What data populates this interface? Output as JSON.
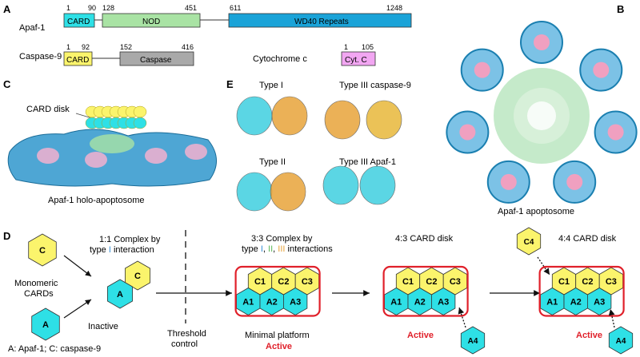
{
  "panels": {
    "A": "A",
    "B": "B",
    "C": "C",
    "D": "D",
    "E": "E"
  },
  "panelA": {
    "apaf": {
      "name": "Apaf-1",
      "n1": "1",
      "n2": "90",
      "n3": "128",
      "n4": "451",
      "n5": "611",
      "n6": "1248",
      "card": "CARD",
      "nod": "NOD",
      "wd40": "WD40 Repeats"
    },
    "casp": {
      "name": "Caspase-9",
      "n1": "1",
      "n2": "92",
      "n3": "152",
      "n4": "416",
      "card": "CARD",
      "caspase": "Caspase"
    },
    "cytc": {
      "name": "Cytochrome c",
      "n1": "1",
      "n2": "105",
      "box": "Cyt. C"
    }
  },
  "panelB": {
    "caption": "Apaf-1 apoptosome"
  },
  "panelC": {
    "card_disk": "CARD disk",
    "caption": "Apaf-1 holo-apoptosome"
  },
  "panelE": {
    "t1": "Type I",
    "t3c": "Type III caspase-9",
    "t2": "Type II",
    "t3a": "Type III Apaf-1"
  },
  "panelD": {
    "monomeric_l1": "Monomeric",
    "monomeric_l2": "CARDs",
    "complex11_l1": "1:1 Complex by",
    "complex11_l2a": "type ",
    "complex11_l2b": "I",
    "complex11_l2c": " interaction",
    "inactive": "Inactive",
    "threshold_l1": "Threshold",
    "threshold_l2": "control",
    "legend": "A: Apaf-1; C: caspase-9",
    "complex33_l1": "3:3 Complex by",
    "complex33_l2a": "type ",
    "complex33_I": "I",
    "complex33_II": "II",
    "complex33_III": "III",
    "complex33_l2b": " interactions",
    "minimal": "Minimal platform",
    "active1": "Active",
    "card43": "4:3 CARD disk",
    "active2": "Active",
    "card44": "4:4 CARD disk",
    "active3": "Active",
    "hex": {
      "C": "C",
      "A": "A",
      "C1": "C1",
      "C2": "C2",
      "C3": "C3",
      "C4": "C4",
      "A1": "A1",
      "A2": "A2",
      "A3": "A3",
      "A4": "A4"
    }
  },
  "colors": {
    "card_cyan": "#2ee0e6",
    "caspase_yellow": "#fbf46c",
    "nod_green": "#a9e3a4",
    "wd40_blue": "#1aa3d8",
    "caspase_gray": "#a9a9a9",
    "cytc_pink": "#f2a6f2",
    "disk_red": "#e0202a",
    "active_red": "#e0202a",
    "type1_blue": "#3a8fd6",
    "type2_green": "#5db85a",
    "type3_orange": "#e8a43a"
  }
}
